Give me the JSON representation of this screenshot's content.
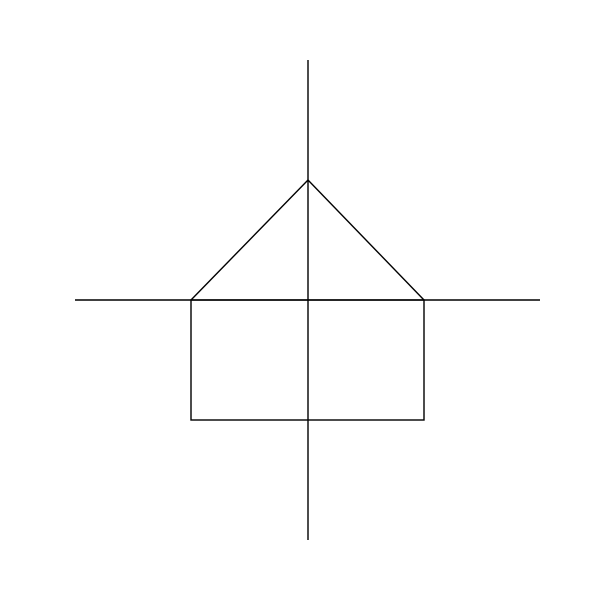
{
  "diagram": {
    "description_free": true,
    "colors": {
      "background": "#ffffff",
      "line": "#000000"
    },
    "elements": [
      "vertical-axis",
      "horizontal-axis",
      "house-body",
      "house-roof"
    ]
  }
}
